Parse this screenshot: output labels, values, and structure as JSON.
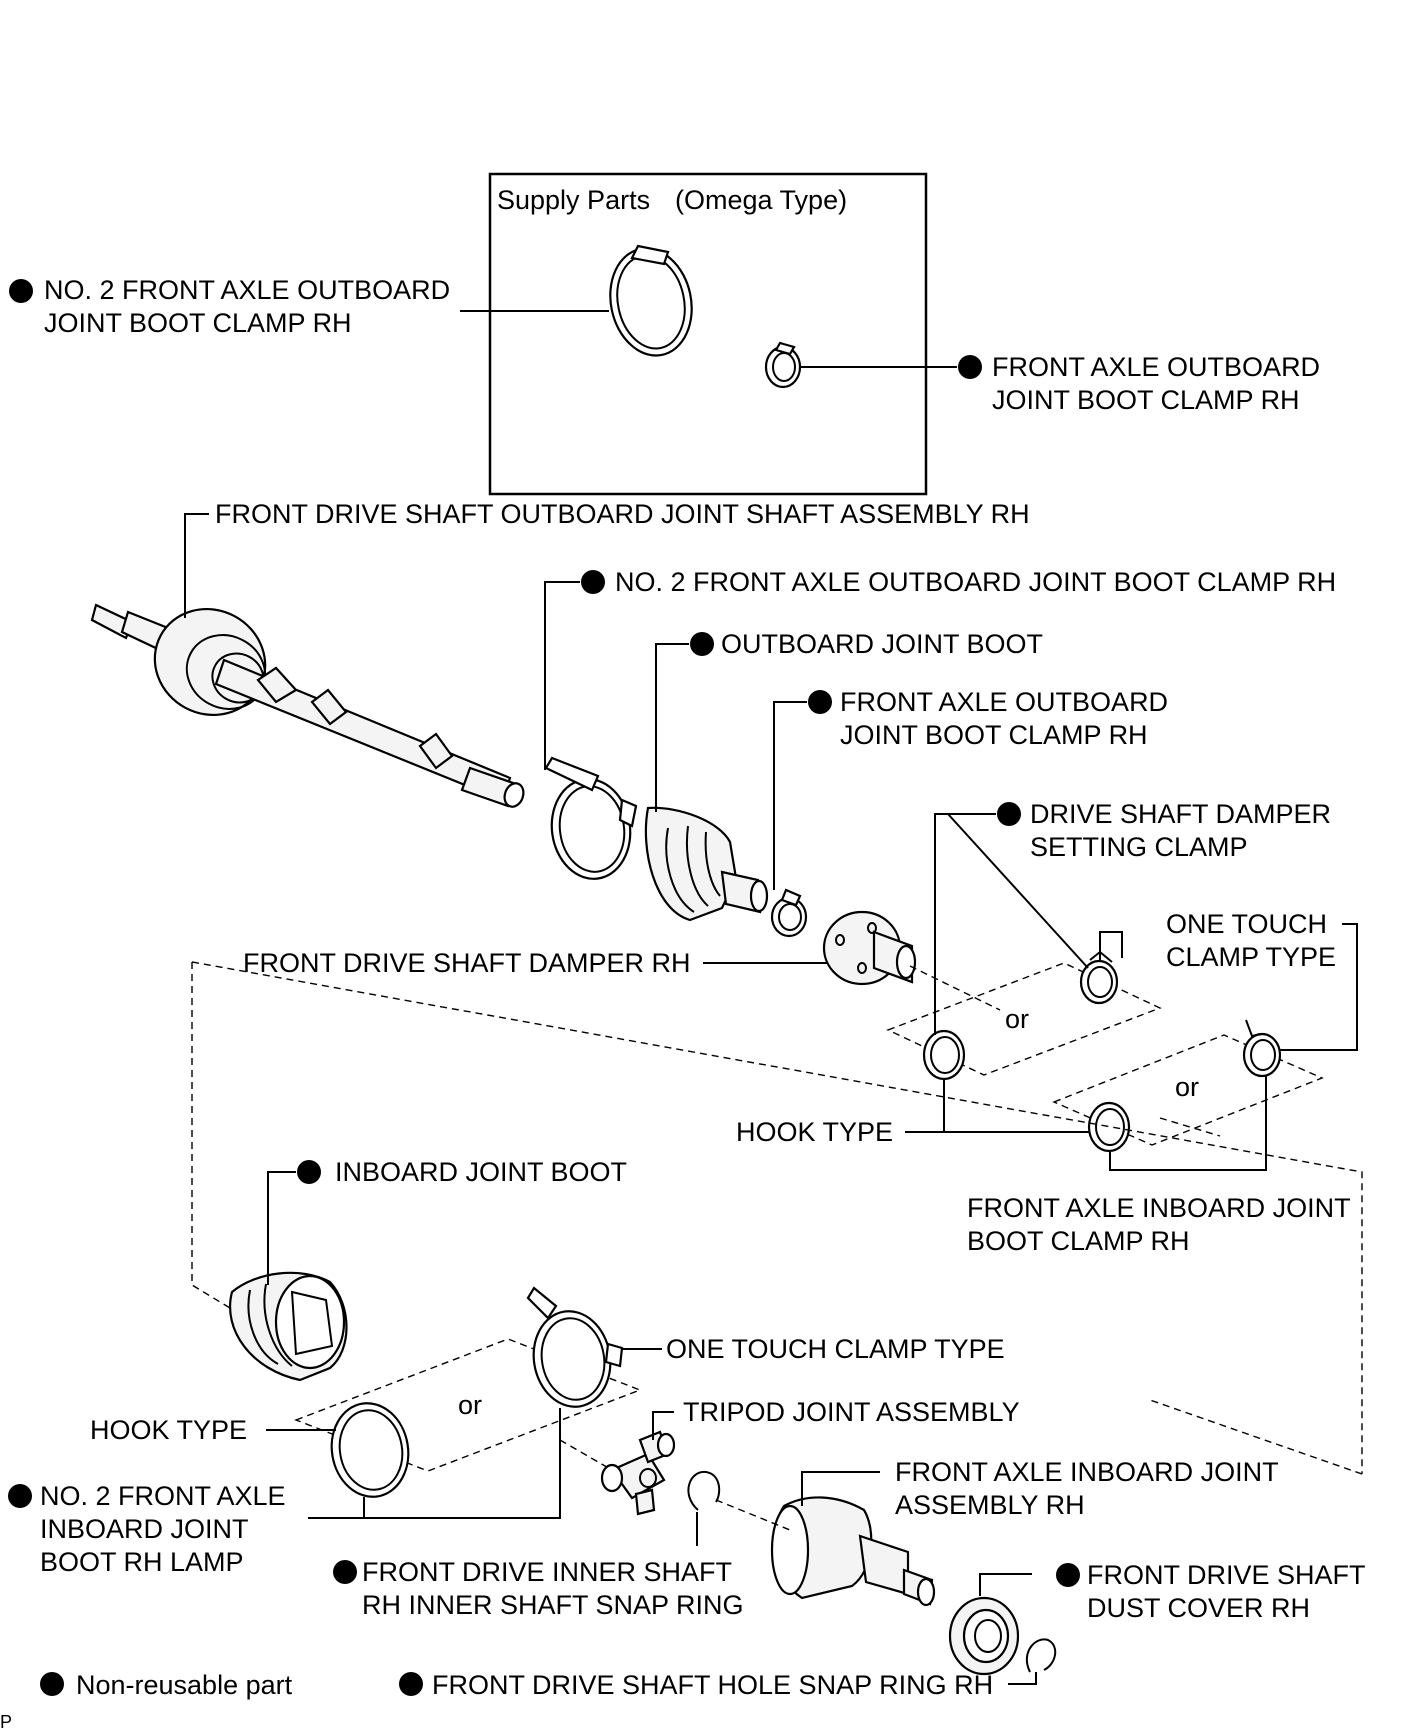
{
  "supply_box": {
    "title": "Supply Parts",
    "subtitle": "(Omega Type)"
  },
  "labels": {
    "no2_outboard_clamp_box": [
      "NO. 2 FRONT AXLE OUTBOARD",
      "JOINT BOOT CLAMP RH"
    ],
    "outboard_clamp_box": [
      "FRONT AXLE OUTBOARD",
      "JOINT BOOT CLAMP RH"
    ],
    "outboard_joint_shaft": "FRONT DRIVE SHAFT OUTBOARD JOINT SHAFT ASSEMBLY RH",
    "no2_outboard_clamp": "NO. 2 FRONT AXLE OUTBOARD JOINT BOOT CLAMP RH",
    "outboard_joint_boot": "OUTBOARD JOINT BOOT",
    "outboard_clamp": [
      "FRONT AXLE OUTBOARD",
      "JOINT BOOT CLAMP RH"
    ],
    "damper_setting_clamp": [
      "DRIVE SHAFT DAMPER",
      "SETTING CLAMP"
    ],
    "one_touch_clamp_type_right": [
      "ONE TOUCH",
      "CLAMP TYPE"
    ],
    "front_drive_shaft_damper": "FRONT DRIVE SHAFT DAMPER RH",
    "or_upper_left": "or",
    "or_upper_right": "or",
    "hook_type_upper": "HOOK TYPE",
    "inboard_clamp": [
      "FRONT AXLE INBOARD JOINT",
      "BOOT CLAMP RH"
    ],
    "inboard_joint_boot": "INBOARD JOINT BOOT",
    "one_touch_clamp_type_lower": "ONE TOUCH CLAMP TYPE",
    "or_lower": "or",
    "hook_type_lower": "HOOK TYPE",
    "tripod_joint": "TRIPOD JOINT ASSEMBLY",
    "no2_inboard_clamp": [
      "NO. 2 FRONT AXLE",
      "INBOARD JOINT",
      "BOOT RH LAMP"
    ],
    "inboard_joint_assembly": [
      "FRONT AXLE INBOARD JOINT",
      "ASSEMBLY RH"
    ],
    "inner_shaft_snap_ring": [
      "FRONT DRIVE INNER SHAFT",
      "RH INNER SHAFT SNAP RING"
    ],
    "dust_cover": [
      "FRONT DRIVE SHAFT",
      "DUST COVER RH"
    ],
    "hole_snap_ring": "FRONT DRIVE SHAFT HOLE SNAP RING RH",
    "legend_non_reusable": "Non-reusable part",
    "corner_code": "P"
  }
}
